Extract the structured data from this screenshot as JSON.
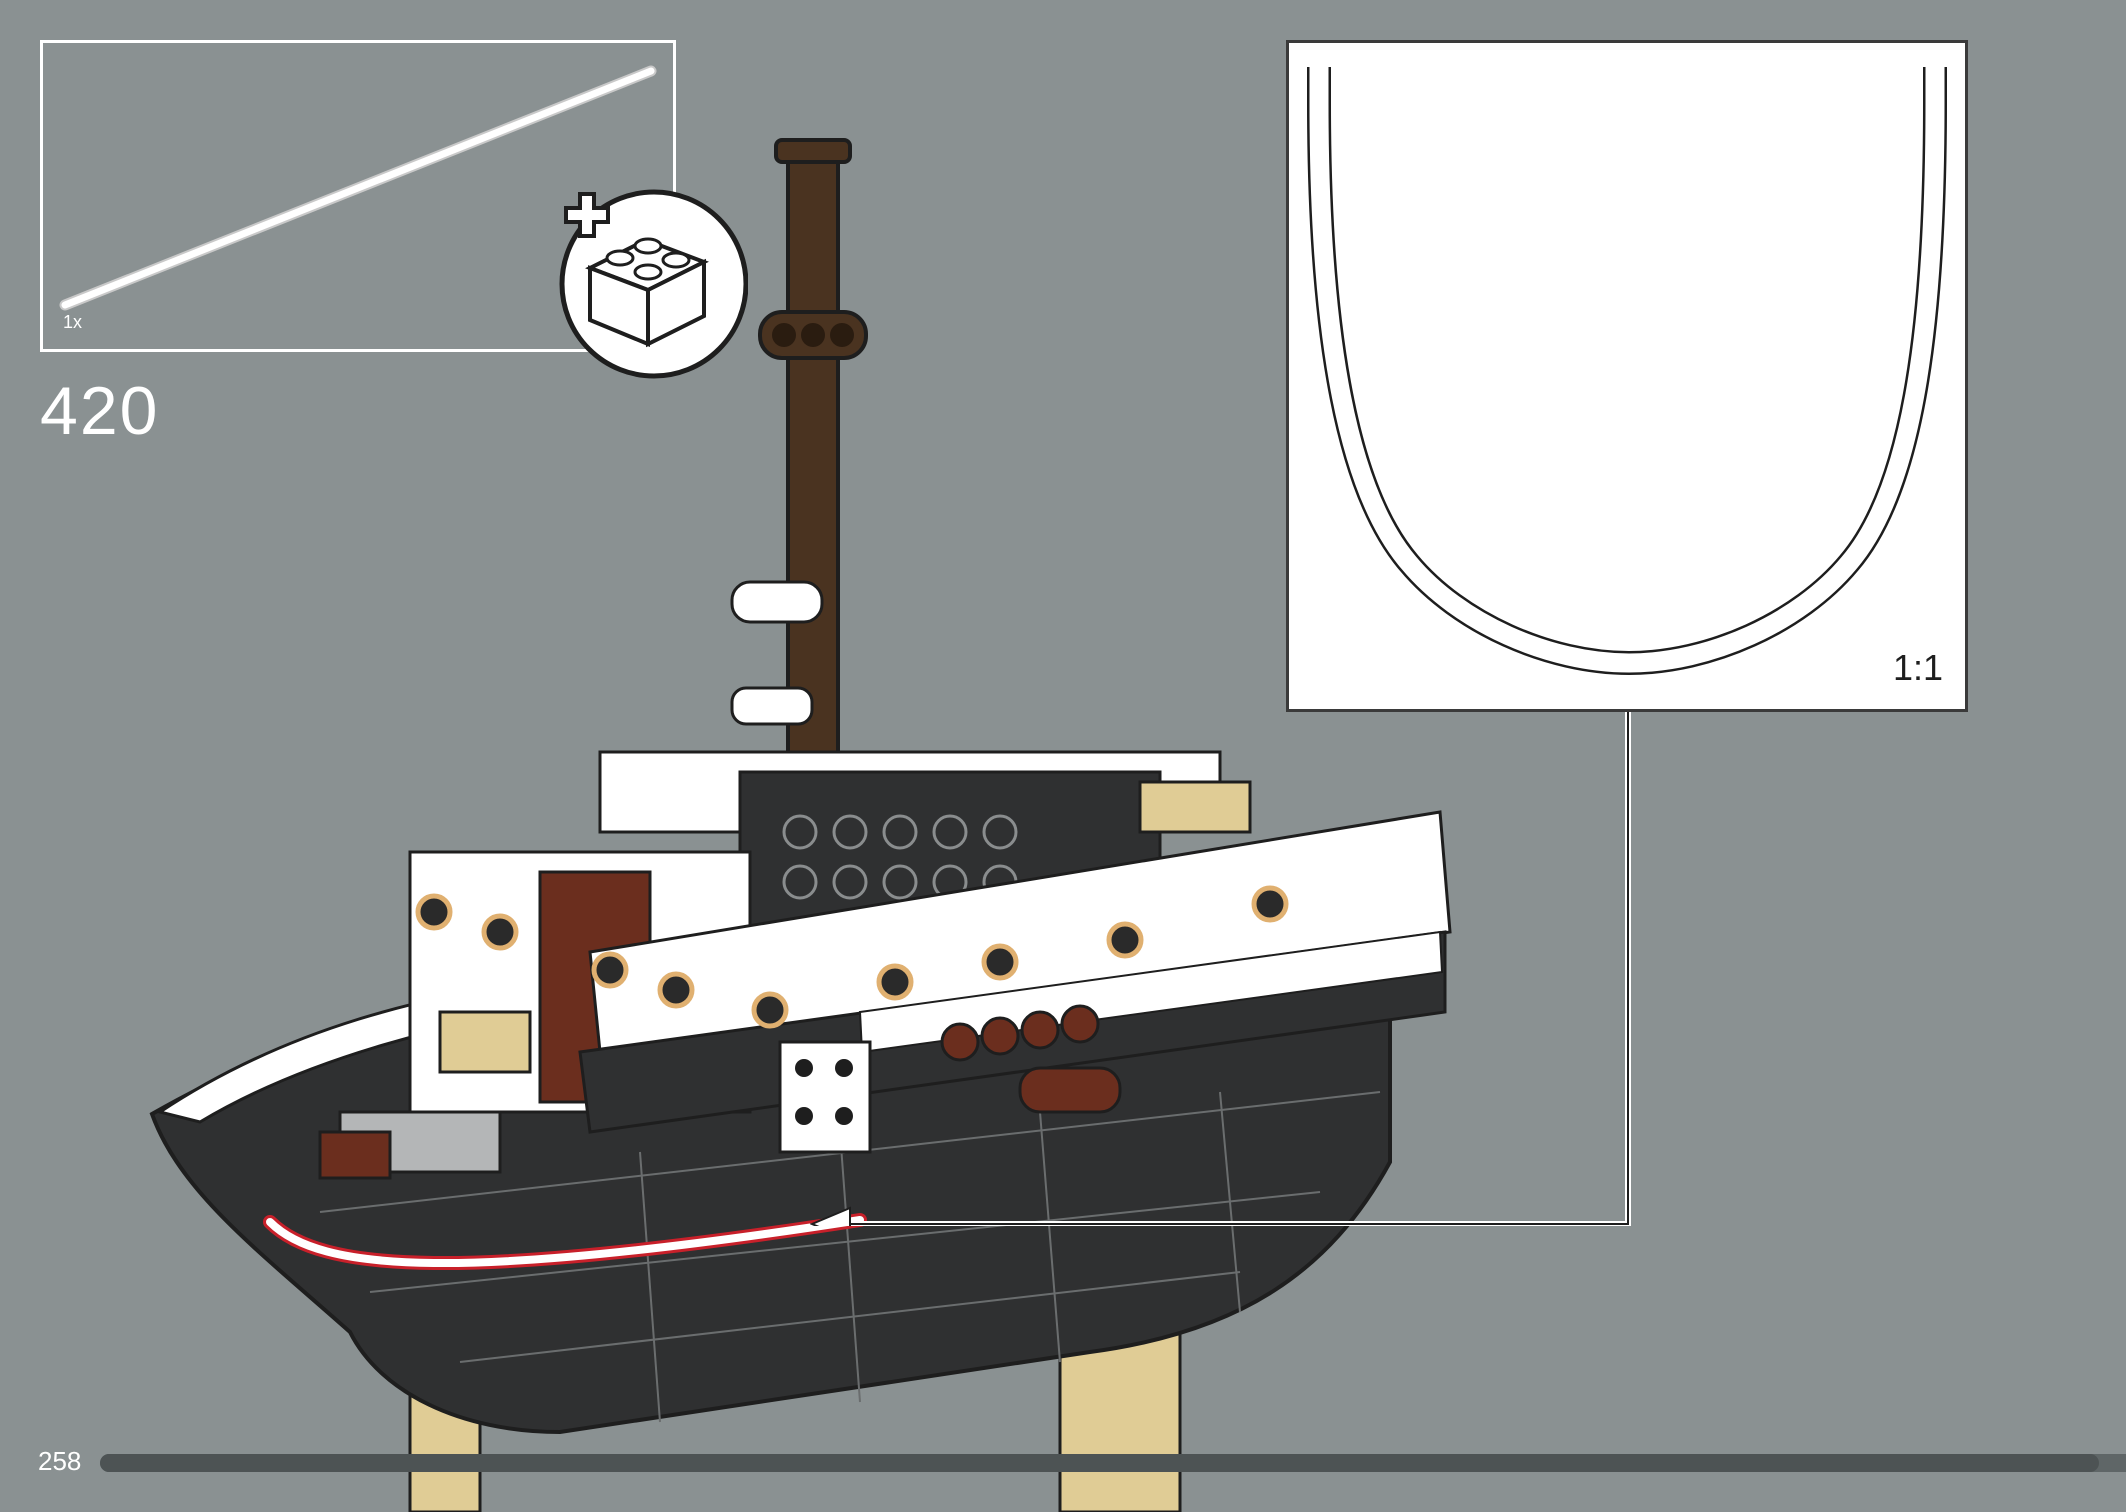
{
  "step": {
    "number": "420",
    "parts": [
      {
        "part": "flexible-tube",
        "color": "#ffffff",
        "quantity": "1x"
      }
    ],
    "callout": {
      "scale_label": "1:1"
    },
    "add_icon": "add-brick-icon"
  },
  "page": {
    "number": "258",
    "progress": 0.98
  },
  "colors": {
    "background": "#8a9192",
    "hull": "#2f3031",
    "reddish_brown": "#6b2e1e",
    "dark_brown": "#4a3320",
    "tan": "#e0cc95",
    "white": "#ffffff",
    "highlight": "#c8202a"
  }
}
